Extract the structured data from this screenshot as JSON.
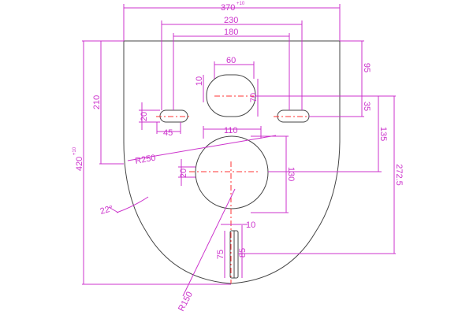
{
  "labels": {
    "width_overall": "370",
    "tolerance_overall": "+10",
    "width_230": "230",
    "width_180": "180",
    "width_60": "60",
    "height_95": "95",
    "small_10": "10",
    "height_70": "70",
    "height_210": "210",
    "height_35": "35",
    "slot_20": "20",
    "slot_45": "45",
    "width_110": "110",
    "height_135": "135",
    "radius_250": "R250",
    "height_overall": "420",
    "tolerance_height": "+10",
    "hole_20": "20",
    "height_130": "130",
    "height_272_5": "272.5",
    "angle_22": "22°",
    "bottom_10": "10",
    "height_75": "75",
    "height_85": "85",
    "radius_150": "R150"
  },
  "colors": {
    "dimension": "#cc33cc",
    "outline": "#444444",
    "centerline": "#ff3333"
  }
}
